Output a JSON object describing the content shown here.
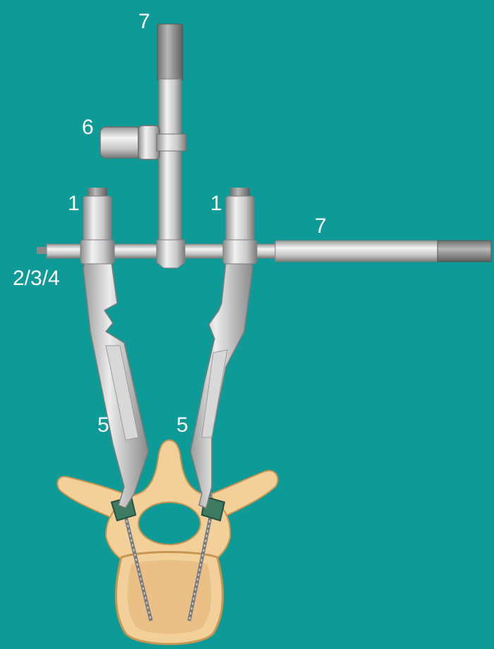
{
  "colors": {
    "background": "#0e9a96",
    "metal_light": "#e2e2e2",
    "metal_mid": "#bcbcbc",
    "metal_dark": "#8a8a8a",
    "bone": "#f3cf9a",
    "bone_edge": "#c99552",
    "cancellous": "#e9bd83",
    "screw_head": "#3d7a62",
    "label": "#ffffff"
  },
  "labels": {
    "top_rod": "7",
    "clamp": "6",
    "left_post": "1",
    "right_post": "1",
    "right_rod": "7",
    "left_end": "2/3/4",
    "left_arm": "5",
    "right_arm": "5"
  }
}
